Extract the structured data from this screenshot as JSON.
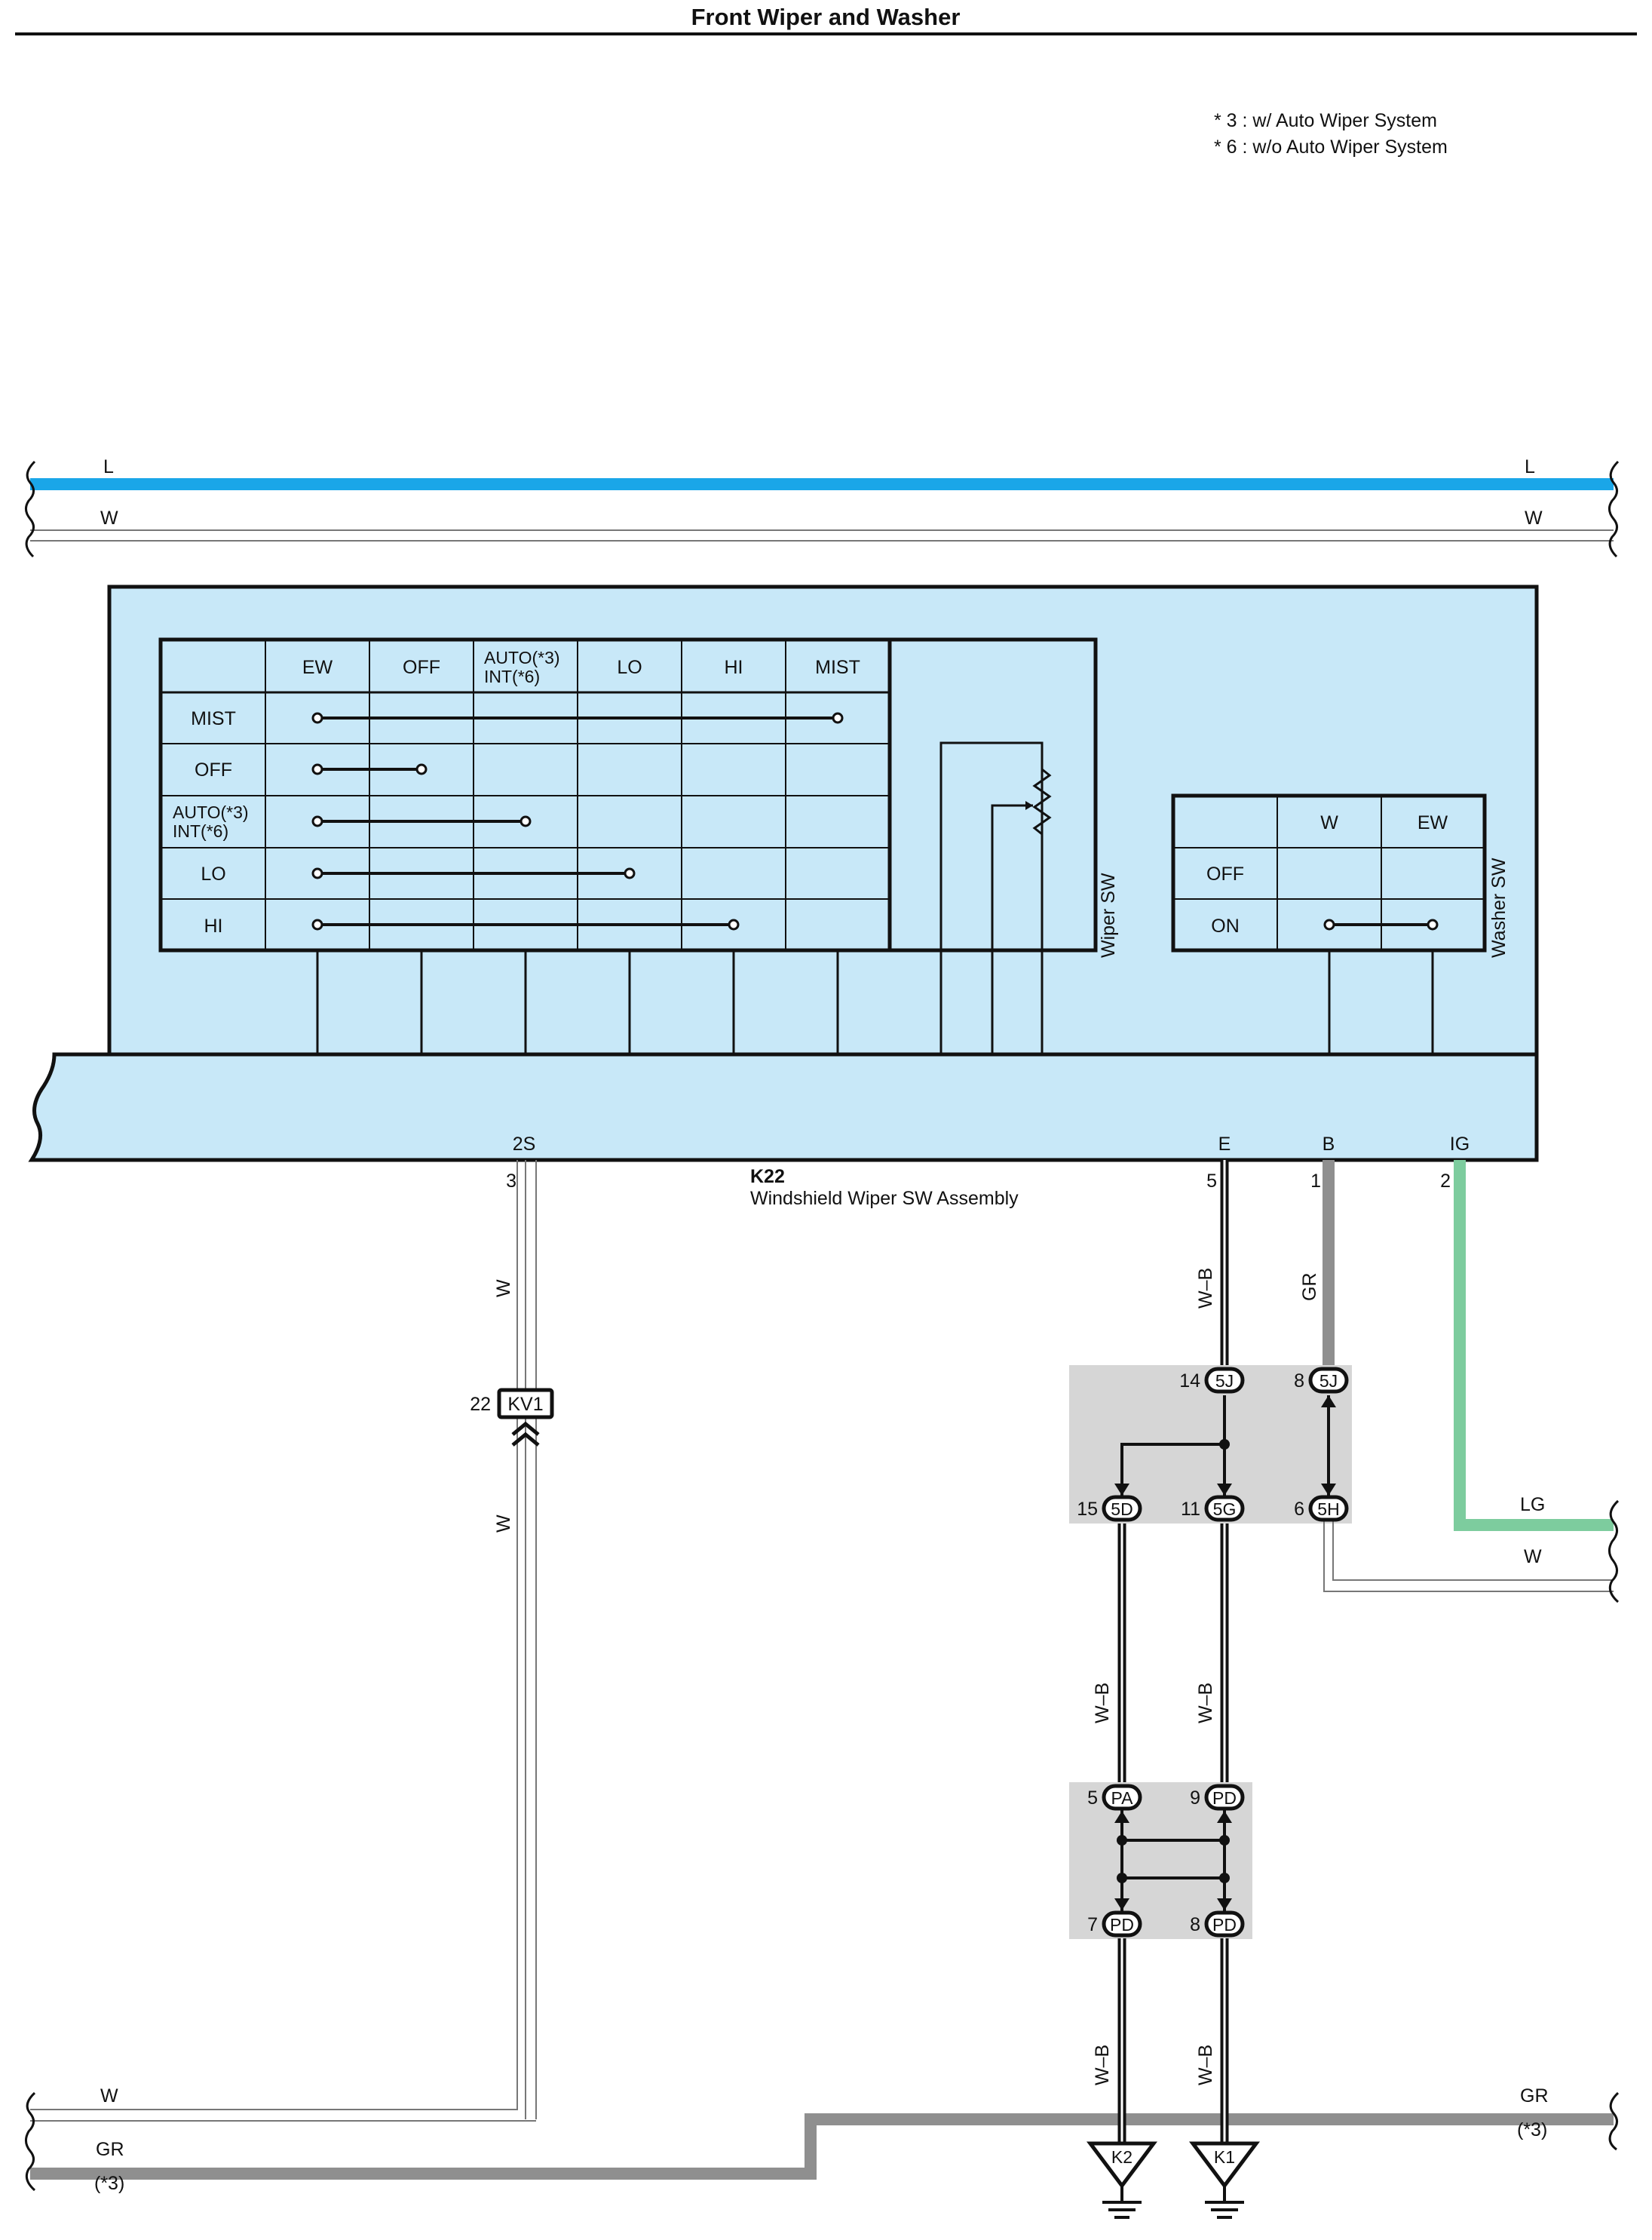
{
  "title": "Front Wiper and Washer",
  "notes": [
    "* 3 : w/ Auto Wiper System",
    "* 6 : w/o Auto Wiper System"
  ],
  "colors": {
    "L": "#1aa6e8",
    "GR": "#8f8f8f",
    "LG": "#7dcc9e",
    "panel": "#c8e8f8",
    "junction": "#d6d6d6",
    "wire_w_b": "#111111"
  },
  "top_wires": {
    "l_label": "L",
    "w_label": "W"
  },
  "wiper_sw": {
    "name": "Wiper SW",
    "columns": [
      "EW",
      "OFF",
      "AUTO(*3)\nINT(*6)",
      "LO",
      "HI",
      "MIST"
    ],
    "rows": [
      "MIST",
      "OFF",
      "AUTO(*3)\nINT(*6)",
      "LO",
      "HI"
    ],
    "connections": [
      {
        "row": "MIST",
        "from": "EW",
        "to": "MIST"
      },
      {
        "row": "OFF",
        "from": "EW",
        "to": "OFF"
      },
      {
        "row": "AUTO(*3)\nINT(*6)",
        "from": "EW",
        "to": "AUTO(*3)\nINT(*6)"
      },
      {
        "row": "LO",
        "from": "EW",
        "to": "LO"
      },
      {
        "row": "HI",
        "from": "EW",
        "to": "HI"
      }
    ]
  },
  "washer_sw": {
    "name": "Washer SW",
    "columns": [
      "W",
      "EW"
    ],
    "rows": [
      "OFF",
      "ON"
    ],
    "connections": [
      {
        "row": "ON",
        "from": "W",
        "to": "EW"
      }
    ]
  },
  "component": {
    "id": "K22",
    "name": "Windshield Wiper SW Assembly"
  },
  "terminals": [
    {
      "name": "2S",
      "pin": "3"
    },
    {
      "name": "E",
      "pin": "5"
    },
    {
      "name": "B",
      "pin": "1"
    },
    {
      "name": "IG",
      "pin": "2"
    }
  ],
  "wire_labels": {
    "w": "W",
    "w_b": "W–B",
    "gr": "GR",
    "lg": "LG",
    "star3": "(*3)"
  },
  "connector_kv1": {
    "pin": "22",
    "name": "KV1"
  },
  "junction1": [
    {
      "pin": "14",
      "name": "5J"
    },
    {
      "pin": "8",
      "name": "5J"
    },
    {
      "pin": "15",
      "name": "5D"
    },
    {
      "pin": "11",
      "name": "5G"
    },
    {
      "pin": "6",
      "name": "5H"
    }
  ],
  "junction2": [
    {
      "pin": "5",
      "name": "PA"
    },
    {
      "pin": "9",
      "name": "PD"
    },
    {
      "pin": "7",
      "name": "PD"
    },
    {
      "pin": "8",
      "name": "PD"
    }
  ],
  "grounds": [
    "K2",
    "K1"
  ]
}
